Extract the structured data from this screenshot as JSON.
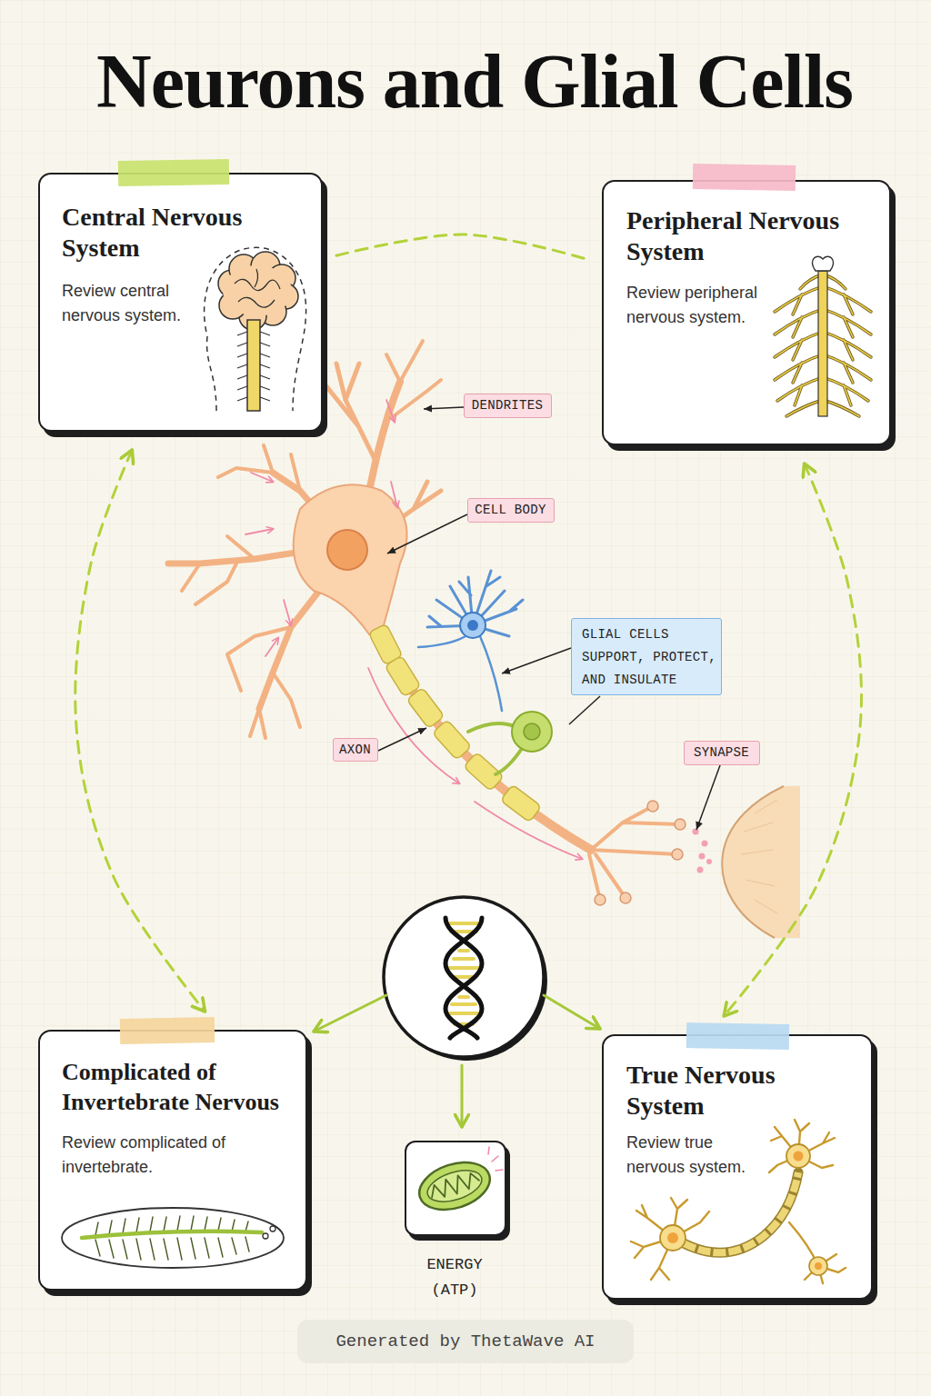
{
  "diagram": {
    "title": "Neurons and Glial Cells",
    "nodes": [
      {
        "text": [
          "Central Nervous System",
          "Review central nervous system."
        ]
      },
      {
        "text": [
          "Peripheral Nervous System",
          "Review peripheral nervous system."
        ]
      },
      {
        "text": [
          "DENDRITES"
        ]
      },
      {
        "text": [
          "CELL BODY"
        ]
      },
      {
        "text": [
          "GLIAL CELLS",
          "SUPPORT, PROTECT, AND INSULATE"
        ]
      },
      {
        "text": [
          "AXON"
        ]
      },
      {
        "text": [
          "SYNAPSE"
        ]
      },
      {
        "text": [
          "Complicated of Invertebrate Nervous",
          "Review complicated of invertebrate."
        ]
      },
      {
        "text": [
          "True Nervous System",
          "Review true nervous system."
        ]
      },
      {
        "text": [
          "ENERGY (ATP)"
        ]
      }
    ],
    "edges": [
      {
        "from": 0,
        "to": 1,
        "arrow": "none"
      },
      {
        "from": 0,
        "to": 7,
        "arrow": "both"
      },
      {
        "from": 1,
        "to": 8,
        "arrow": "both"
      }
    ],
    "labels": [
      "Generated by ThetaWave AI"
    ]
  }
}
